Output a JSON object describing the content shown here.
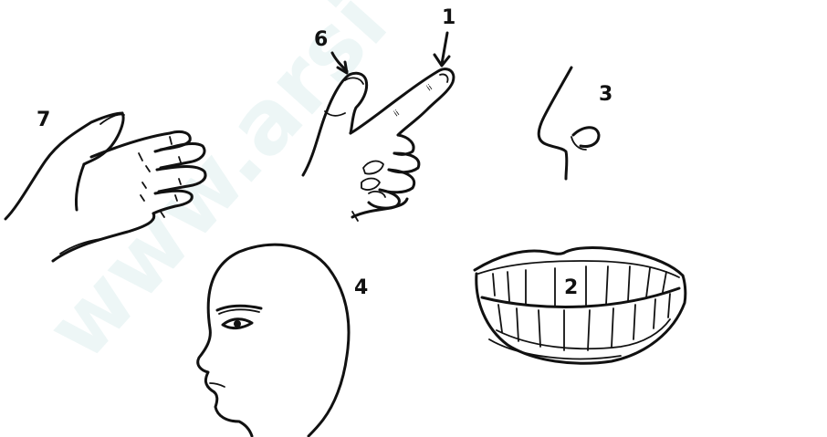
{
  "watermark": "www.arsi",
  "labels": {
    "one": "1",
    "two": "2",
    "three": "3",
    "four": "4",
    "six": "6",
    "seven": "7"
  },
  "knuckle_mark": "ii",
  "ink_color": "#111111",
  "watermark_color": "#0e8a8a"
}
